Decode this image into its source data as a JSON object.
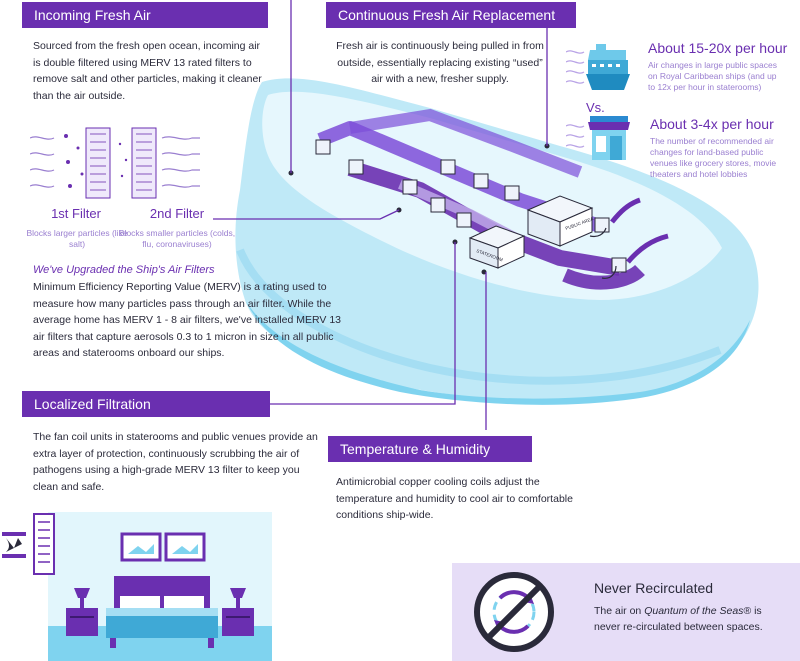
{
  "incoming": {
    "title": "Incoming Fresh Air",
    "text": "Sourced from the fresh open ocean, incoming air is double filtered using MERV 13 rated filters to remove salt and other particles, making it cleaner than the air outside."
  },
  "filters": {
    "first_title": "1st Filter",
    "first_desc": "Blocks larger particles (like salt)",
    "second_title": "2nd Filter",
    "second_desc": "Blocks smaller particles (colds, flu, coronaviruses)"
  },
  "merv": {
    "heading": "We've Upgraded the Ship's Air Filters",
    "text": "Minimum Efficiency Reporting Value (MERV) is a rating used to measure how many particles pass through an air filter. While the average home has MERV 1 - 8 air filters, we've installed MERV 13 air filters that capture aerosols 0.3 to 1 micron in size in all public areas and staterooms onboard our ships."
  },
  "continuous": {
    "title": "Continuous Fresh Air Replacement",
    "text": "Fresh air is continuously being pulled in from outside, essentially replacing existing “used” air with a new, fresher supply."
  },
  "comparison": {
    "ship_rate": "About 15-20x per hour",
    "ship_desc": "Air changes in large public spaces on Royal Caribbean ships (and up to 12x per hour in staterooms)",
    "vs": "Vs.",
    "land_rate": "About 3-4x per hour",
    "land_desc": "The number of recommended air changes for land-based public venues like grocery stores, movie theaters and hotel lobbies"
  },
  "localized": {
    "title": "Localized Filtration",
    "text": "The fan coil units in staterooms and public venues provide an extra layer of protection,  continuously scrubbing the air of pathogens using a high-grade MERV 13 filter to keep you clean and safe."
  },
  "temperature": {
    "title": "Temperature & Humidity",
    "text": "Antimicrobial copper cooling coils adjust the temperature and humidity to cool air to comfortable conditions ship-wide."
  },
  "never": {
    "title": "Never Recirculated",
    "text_before": "The air on ",
    "ship_name": "Quantum of the Seas",
    "text_after": "® is never re-circulated between spaces."
  },
  "ship_labels": {
    "public_area": "PUBLIC AREA",
    "stateroom": "STATEROOM"
  },
  "colors": {
    "purple": "#6a2fb0",
    "light_purple": "#b9a3e6",
    "ship_blue": "#bfe9f7",
    "ship_deep": "#7fd3ef",
    "lavender_bg": "#e6ddf7"
  }
}
